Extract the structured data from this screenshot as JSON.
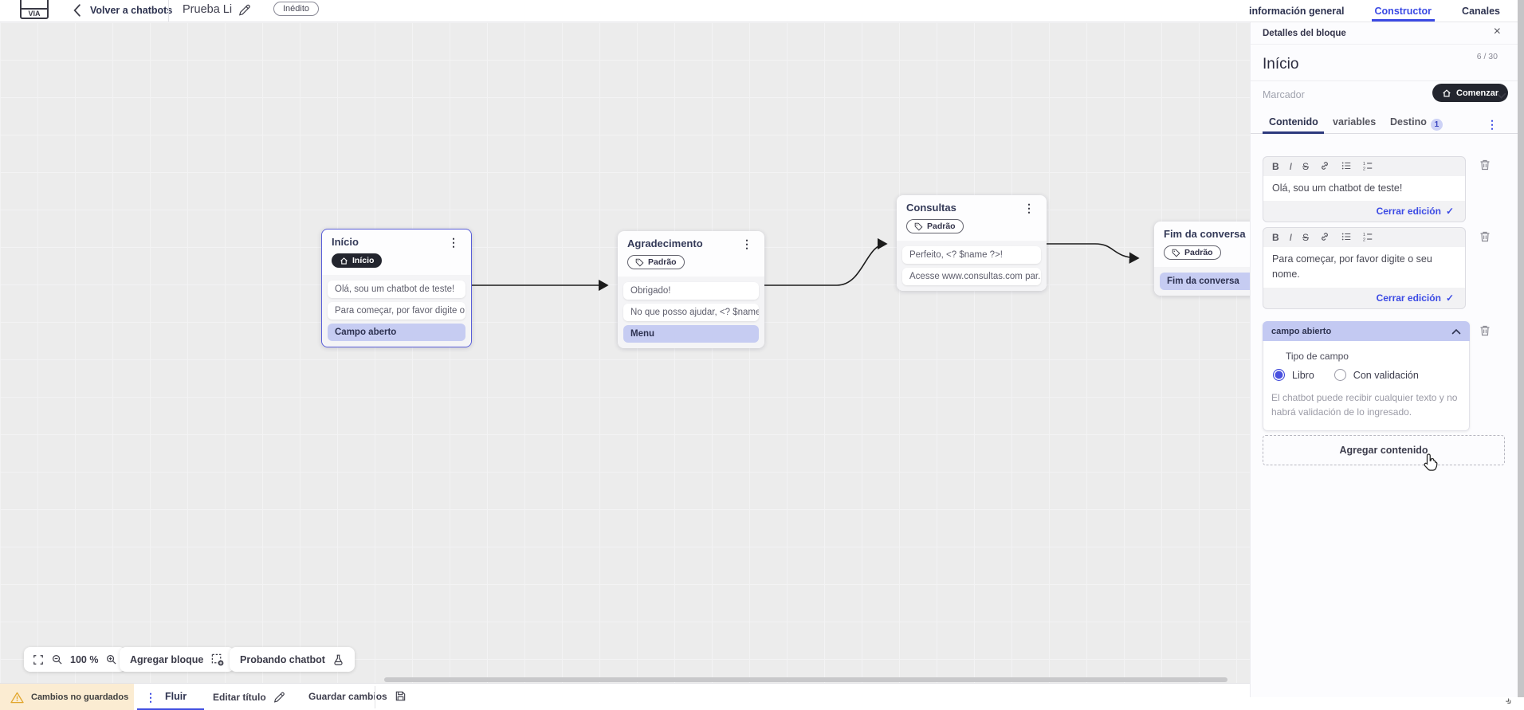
{
  "topbar": {
    "logo_text": "VIA",
    "back_label": "Volver a chatbots",
    "title": "Prueba Li",
    "status_badge": "Inédito",
    "tabs": [
      {
        "label": "información general",
        "active": false
      },
      {
        "label": "Constructor",
        "active": true
      },
      {
        "label": "Canales",
        "active": false
      }
    ]
  },
  "panel": {
    "header": "Detalles del bloque",
    "close_icon": "×",
    "block_title": "Início",
    "char_counter": "6 / 30",
    "marker_placeholder": "Marcador",
    "start_button_label": "Comenzar",
    "tabs": {
      "content": "Contenido",
      "variables": "variables",
      "destination": "Destino",
      "destination_badge": "1"
    },
    "editors": [
      {
        "text": "Olá, sou um chatbot de teste!",
        "close_label": "Cerrar edición",
        "check_icon": "✓"
      },
      {
        "text": "Para começar, por favor digite o seu nome.",
        "close_label": "Cerrar edición",
        "check_icon": "✓"
      }
    ],
    "open_field": {
      "title": "campo abierto",
      "type_label": "Tipo de campo",
      "option_free": "Libro",
      "option_validated": "Con validación",
      "helper": "El chatbot puede recibir cualquier texto y no habrá validación de lo ingresado."
    },
    "add_content_label": "Agregar contenido"
  },
  "canvas": {
    "nodes": [
      {
        "title": "Início",
        "badge": "Início",
        "items": [
          "Olá, sou um chatbot de teste!",
          "Para começar, por favor digite o ...",
          "Campo aberto"
        ]
      },
      {
        "title": "Agradecimento",
        "badge": "Padrão",
        "items": [
          "Obrigado!",
          "No que posso ajudar, <? $name ...",
          "Menu"
        ]
      },
      {
        "title": "Consultas",
        "badge": "Padrão",
        "items": [
          "Perfeito, <? $name ?>!",
          "Acesse www.consultas.com par..."
        ]
      },
      {
        "title": "Fim da conversa",
        "badge": "Padrão",
        "items": [
          "Fim da conversa"
        ]
      }
    ],
    "controls": {
      "zoom_level": "100 %",
      "add_block_label": "Agregar bloque",
      "test_chatbot_label": "Probando chatbot"
    }
  },
  "bottombar": {
    "warning": "Cambios no guardados",
    "flow_tab": "Fluir",
    "edit_title_label": "Editar título",
    "save_label": "Guardar cambios"
  },
  "icons": {
    "kebab": "⋮",
    "close": "×",
    "corner": "»"
  },
  "colors": {
    "accent": "#3b4ae4",
    "lavender_highlight": "#c6ccf2",
    "dark_pill": "#23252e",
    "warning_bg": "#fbecd2",
    "canvas_bg": "#ececec",
    "navy_text": "#2e3350",
    "selected_node_border": "#5a5fd8"
  }
}
